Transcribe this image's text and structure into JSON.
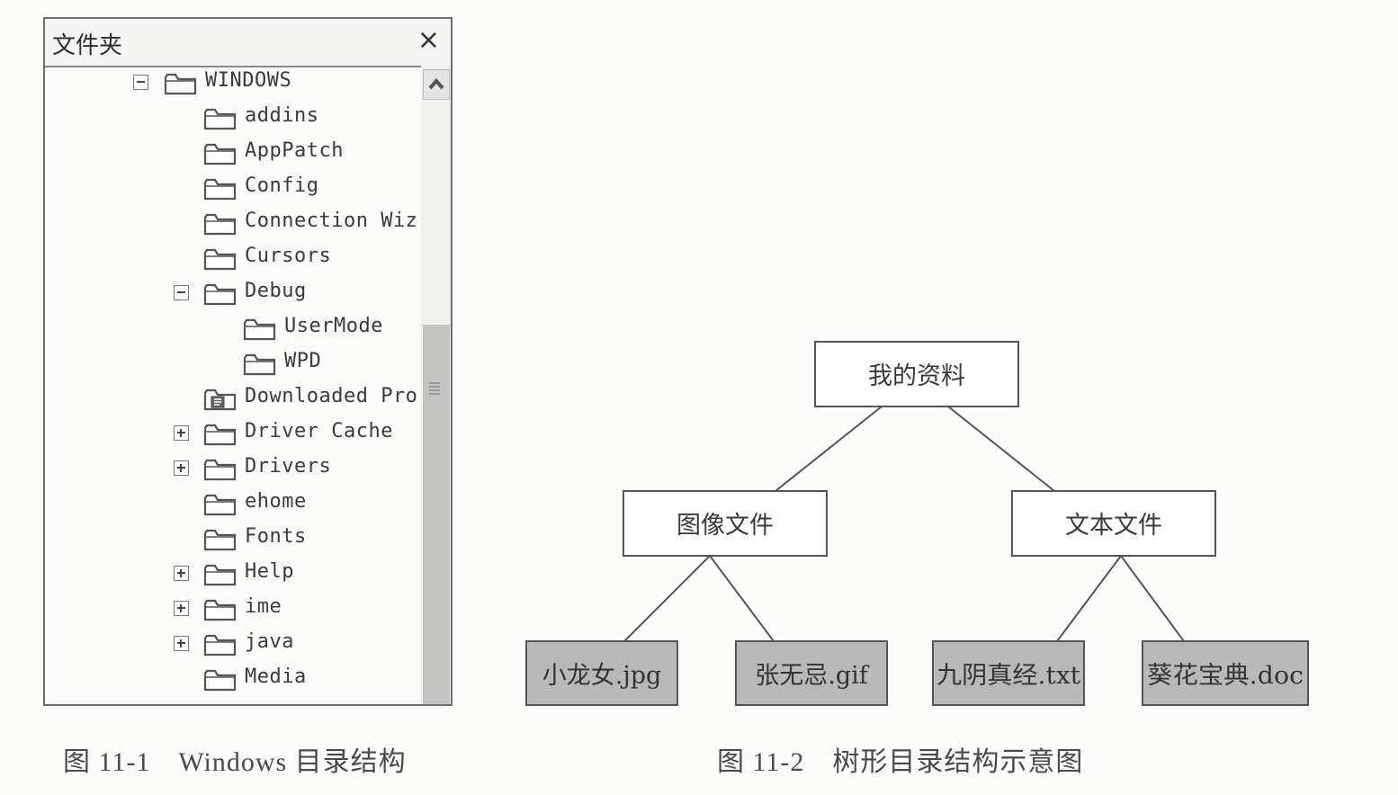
{
  "panel": {
    "title": "文件夹",
    "close_label": "×",
    "tree": [
      {
        "label": "WINDOWS",
        "level": 0,
        "toggle": "minus",
        "icon": "folder-icon"
      },
      {
        "label": "addins",
        "level": 1,
        "toggle": "none",
        "icon": "folder-icon"
      },
      {
        "label": "AppPatch",
        "level": 1,
        "toggle": "none",
        "icon": "folder-icon"
      },
      {
        "label": "Config",
        "level": 1,
        "toggle": "none",
        "icon": "folder-icon"
      },
      {
        "label": "Connection Wiz",
        "level": 1,
        "toggle": "none",
        "icon": "folder-icon"
      },
      {
        "label": "Cursors",
        "level": 1,
        "toggle": "none",
        "icon": "folder-icon"
      },
      {
        "label": "Debug",
        "level": 1,
        "toggle": "minus",
        "icon": "folder-icon"
      },
      {
        "label": "UserMode",
        "level": 2,
        "toggle": "none",
        "icon": "folder-icon"
      },
      {
        "label": "WPD",
        "level": 2,
        "toggle": "none",
        "icon": "folder-icon"
      },
      {
        "label": "Downloaded Pro",
        "level": 1,
        "toggle": "none",
        "icon": "special-folder-icon"
      },
      {
        "label": "Driver Cache",
        "level": 1,
        "toggle": "plus",
        "icon": "folder-icon"
      },
      {
        "label": "Drivers",
        "level": 1,
        "toggle": "plus",
        "icon": "folder-icon"
      },
      {
        "label": "ehome",
        "level": 1,
        "toggle": "none",
        "icon": "folder-icon"
      },
      {
        "label": "Fonts",
        "level": 1,
        "toggle": "none",
        "icon": "folder-icon"
      },
      {
        "label": "Help",
        "level": 1,
        "toggle": "plus",
        "icon": "folder-icon"
      },
      {
        "label": "ime",
        "level": 1,
        "toggle": "plus",
        "icon": "folder-icon"
      },
      {
        "label": "java",
        "level": 1,
        "toggle": "plus",
        "icon": "folder-icon"
      },
      {
        "label": "Media",
        "level": 1,
        "toggle": "none",
        "icon": "folder-icon"
      }
    ]
  },
  "captions": {
    "left": "图 11-1　Windows 目录结构",
    "right": "图 11-2　树形目录结构示意图"
  },
  "diagram": {
    "root": "我的资料",
    "branches": [
      {
        "label": "图像文件",
        "leaves": [
          "小龙女.jpg",
          "张无忌.gif"
        ]
      },
      {
        "label": "文本文件",
        "leaves": [
          "九阴真经.txt",
          "葵花宝典.doc"
        ]
      }
    ]
  },
  "colors": {
    "leaf_fill": "#b9b9b9",
    "node_fill": "#ffffff",
    "border": "#555555"
  }
}
